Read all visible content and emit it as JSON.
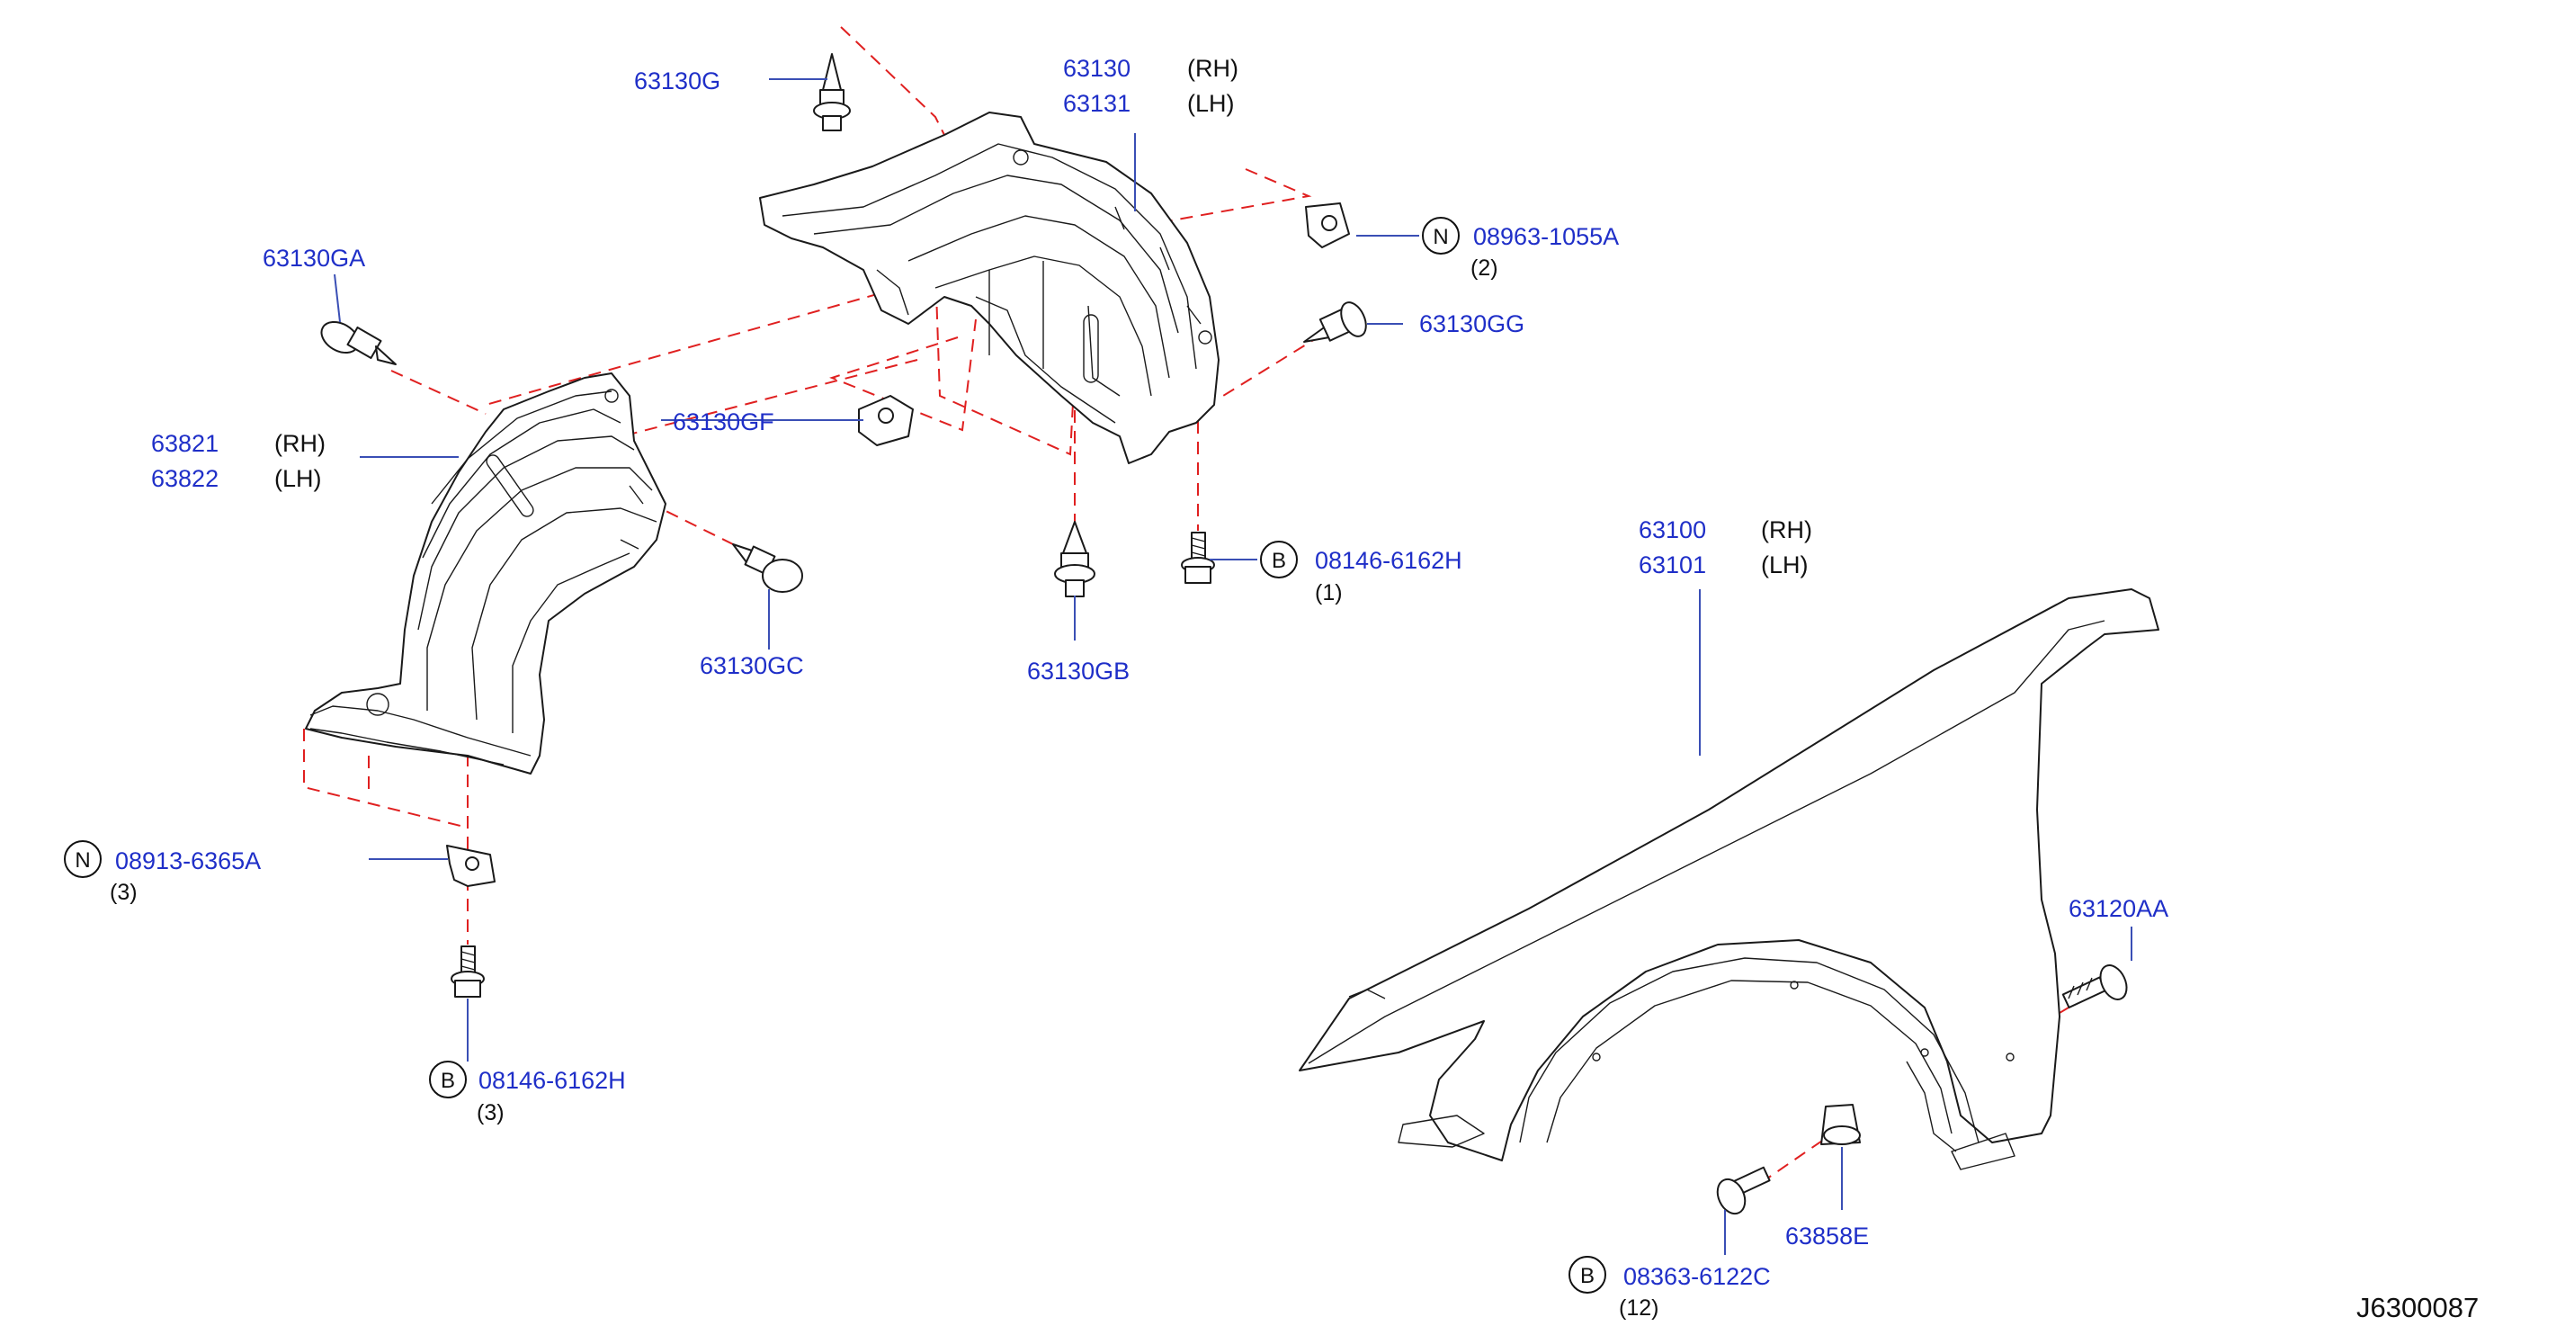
{
  "callouts": {
    "c63130g": "63130G",
    "c63130": "63130",
    "c63130_side": "(RH)",
    "c63131": "63131",
    "c63131_side": "(LH)",
    "c63130ga": "63130GA",
    "c08963": "08963-1055A",
    "c08963_badge": "N",
    "c08963_qty": "(2)",
    "c63130gg": "63130GG",
    "c63130gf": "63130GF",
    "c63821": "63821",
    "c63821_side": "(RH)",
    "c63822": "63822",
    "c63822_side": "(LH)",
    "c63130gc": "63130GC",
    "c08146_top": "08146-6162H",
    "c08146_top_badge": "B",
    "c08146_top_qty": "(1)",
    "c63130gb": "63130GB",
    "c63100": "63100",
    "c63100_side": "(RH)",
    "c63101": "63101",
    "c63101_side": "(LH)",
    "c08913": "08913-6365A",
    "c08913_badge": "N",
    "c08913_qty": "(3)",
    "c63120aa": "63120AA",
    "c08146_bot": "08146-6162H",
    "c08146_bot_badge": "B",
    "c08146_bot_qty": "(3)",
    "c63858e": "63858E",
    "c08363": "08363-6122C",
    "c08363_badge": "B",
    "c08363_qty": "(12)"
  },
  "diagram_code": "J6300087",
  "colors": {
    "part_number": "#1f2fc8",
    "leader_line": "#3a4fb5",
    "dashed_line": "#e02020",
    "outline": "#1a1a1a"
  }
}
